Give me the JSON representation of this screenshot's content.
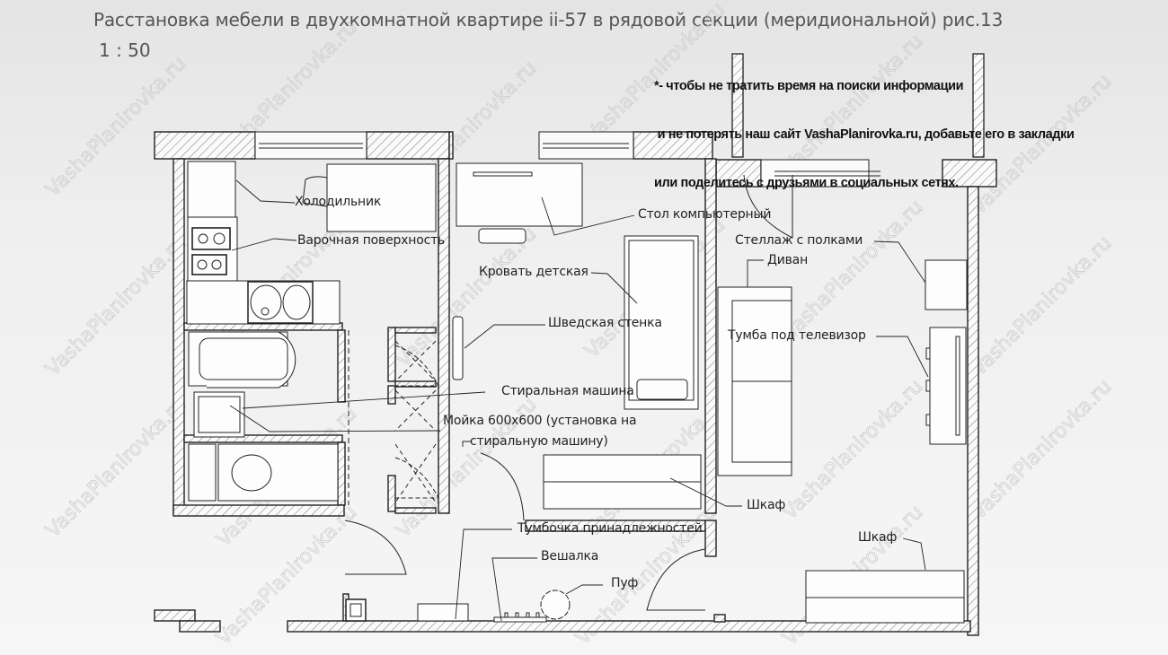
{
  "header": {
    "title": "Расстановка мебели в двухкомнатной квартире ii-57 в рядовой секции (меридиональной) рис.13",
    "scale": "1 : 50"
  },
  "note": {
    "line1": "*- чтобы не тратить время на поиски информации",
    "line2": " и не потерять наш сайт VashaPlanirovka.ru, добавьте его в закладки",
    "line3": "или поделитесь с друзьями в социальных сетях."
  },
  "watermark": "VashaPlanirovka.ru",
  "labels": {
    "fridge": "Холодильник",
    "cooktop": "Варочная поверхность",
    "computer_desk": "Стол компьютерный",
    "kids_bed": "Кровать детская",
    "swedish_wall": "Шведская стенка",
    "washing_machine": "Стиральная машина",
    "sink_line1": "Мойка 600х600 (установка на",
    "sink_line2": "стиральную машину)",
    "wardrobe_child": "Шкаф",
    "accessories_cabinet": "Тумбочка принадлежностей",
    "hanger": "Вешалка",
    "pouf": "Пуф",
    "shelving": "Стеллаж с полками",
    "sofa": "Диван",
    "tv_stand": "Тумба под телевизор",
    "wardrobe_living": "Шкаф"
  },
  "colors": {
    "line": "#222222",
    "hatch": "#777777",
    "text": "#222222",
    "title": "#555555"
  }
}
